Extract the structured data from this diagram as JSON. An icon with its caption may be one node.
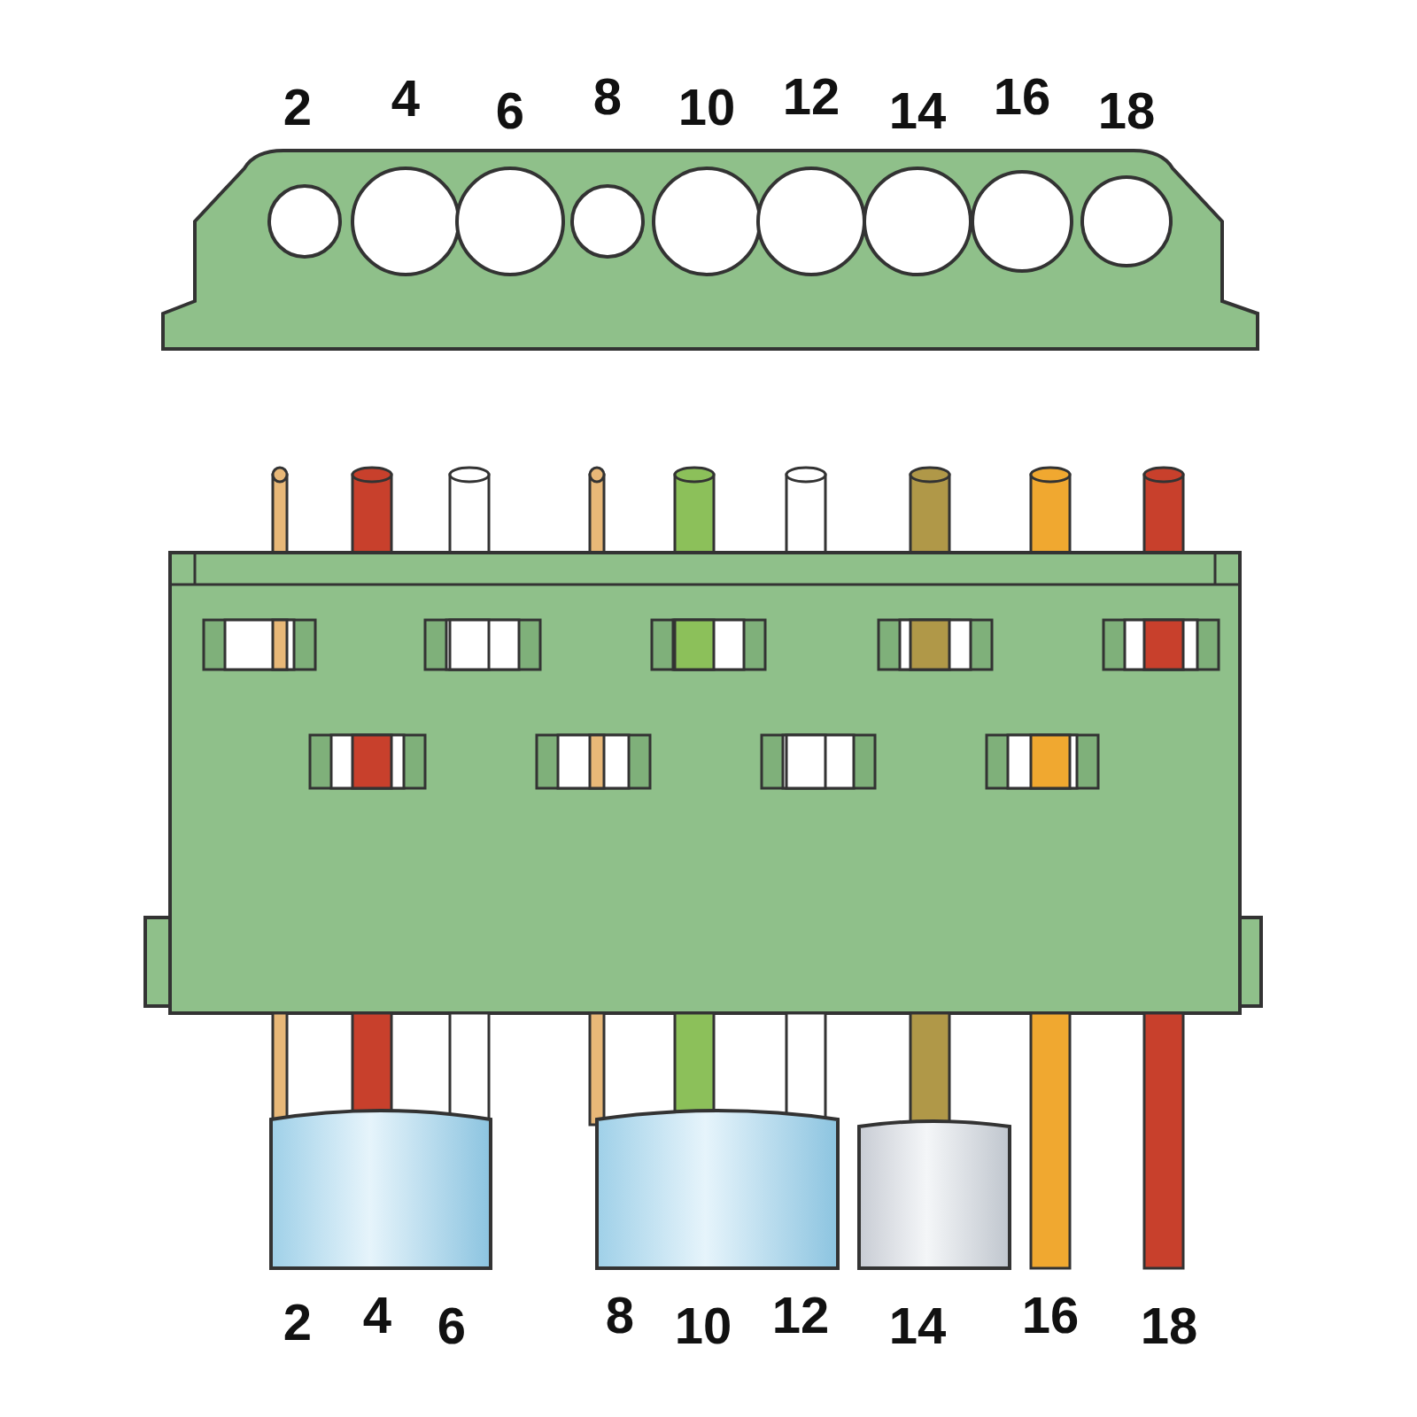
{
  "diagram": {
    "labels": [
      "2",
      "4",
      "6",
      "8",
      "10",
      "12",
      "14",
      "16",
      "18",
      "2",
      "4",
      "6",
      "8",
      "10",
      "12",
      "14",
      "16",
      "18"
    ]
  }
}
